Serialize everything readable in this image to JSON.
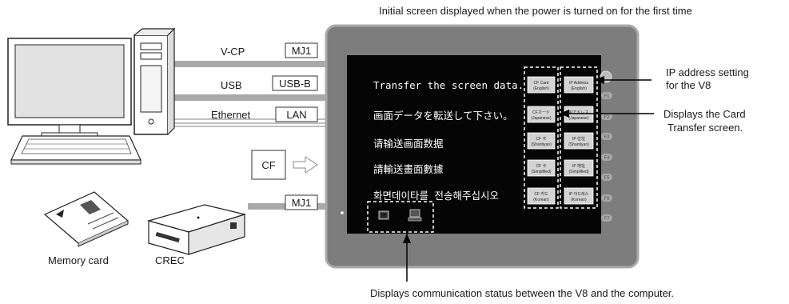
{
  "captions": {
    "top": "Initial screen displayed when the power is turned on for the first time",
    "bottom": "Displays communication status between the V8 and the computer.",
    "ip_line1": "IP address setting",
    "ip_line2": "for the V8",
    "card_line1": "Displays the Card",
    "card_line2": "Transfer screen."
  },
  "connections": [
    {
      "label": "V-CP",
      "port": "MJ1"
    },
    {
      "label": "USB",
      "port": "USB-B"
    },
    {
      "label": "Ethernet",
      "port": "LAN"
    }
  ],
  "cf_slot": "CF",
  "crec_port": "MJ1",
  "devices": {
    "memory_card": "Memory card",
    "crec": "CREC"
  },
  "screen_messages": [
    "Transfer the screen data.",
    "画面データを転送して下さい。",
    "请输送画面数据",
    "請輸送畫面數據",
    "화면데이타를 전송해주십시오"
  ],
  "card_buttons": [
    {
      "l1": "CF Card",
      "l2": "(English)"
    },
    {
      "l1": "CFカード",
      "l2": "(Japanese)"
    },
    {
      "l1": "CF 卡",
      "l2": "(Shantiyan)"
    },
    {
      "l1": "CF 卡",
      "l2": "(Simplified)"
    },
    {
      "l1": "CF 카드",
      "l2": "(Korean)"
    }
  ],
  "ip_buttons": [
    {
      "l1": "IP Address",
      "l2": "(English)"
    },
    {
      "l1": "IPアドレス",
      "l2": "(Japanese)"
    },
    {
      "l1": "IP 位址",
      "l2": "(Shantiyan)"
    },
    {
      "l1": "IP 地址",
      "l2": "(Simplified)"
    },
    {
      "l1": "IP 어드레스",
      "l2": "(Korean)"
    }
  ],
  "function_keys": [
    "F1",
    "F2",
    "F3",
    "F4",
    "F5",
    "F6",
    "F7"
  ],
  "colors": {
    "bezel": "#7d7d7d",
    "screen": "#050505",
    "cable": "#a9a9a9",
    "accent": "#b5b5b5"
  }
}
